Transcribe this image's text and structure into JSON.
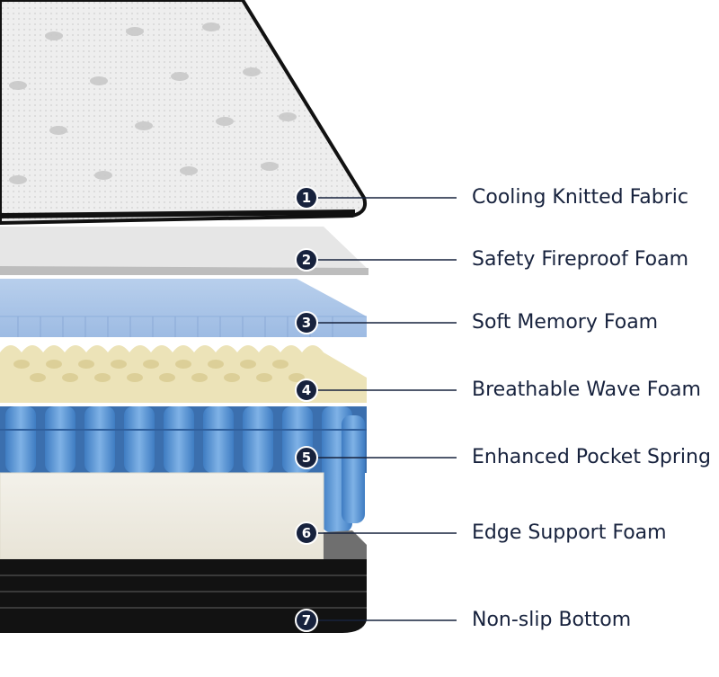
{
  "diagram": {
    "layers": [
      {
        "number": "1",
        "label": "Cooling Knitted Fabric"
      },
      {
        "number": "2",
        "label": "Safety Fireproof Foam"
      },
      {
        "number": "3",
        "label": "Soft Memory Foam"
      },
      {
        "number": "4",
        "label": "Breathable Wave Foam"
      },
      {
        "number": "5",
        "label": "Enhanced Pocket Spring"
      },
      {
        "number": "6",
        "label": "Edge Support Foam"
      },
      {
        "number": "7",
        "label": "Non-slip Bottom"
      }
    ]
  },
  "colors": {
    "badge": "#17223d",
    "leader_line": "#17223d",
    "label_text": "#17223d",
    "fabric": "#ececec",
    "fabric_border": "#111111",
    "fireproof_foam": "#d9d9d9",
    "memory_foam": "#a9c4e6",
    "wave_foam": "#ece3b8",
    "pocket_spring": "#4f8fd3",
    "edge_support_foam": "#efece2",
    "bottom": "#111111"
  }
}
